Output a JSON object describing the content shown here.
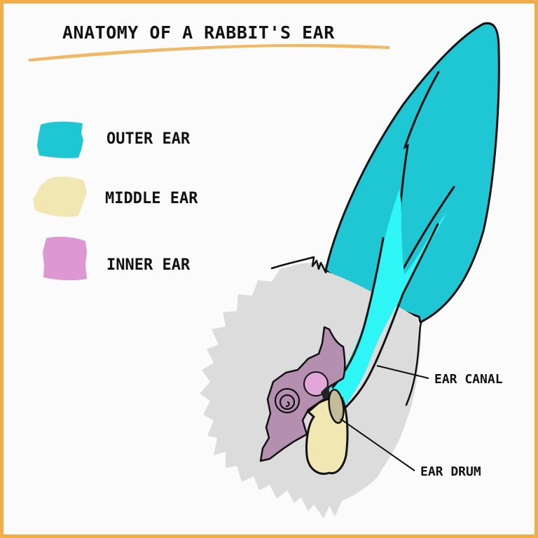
{
  "title": "ANATOMY OF A RABBIT'S EAR",
  "colors": {
    "border": "#f2ad47",
    "underline": "#f0b865",
    "outer_ear": "#1fc6d3",
    "ear_canal": "#2ef6f6",
    "middle_ear": "#f1e7b3",
    "inner_ear": "#b48fb0",
    "inner_ear_cochlea_pink": "#e2a6d8",
    "ear_drum": "#c3bc98",
    "fur": "#dcdcdc",
    "background": "#fbfbfb"
  },
  "legend": {
    "items": [
      {
        "label": "OUTER EAR",
        "color": "#1fc6d3"
      },
      {
        "label": "MIDDLE EAR",
        "color": "#f1e7b3"
      },
      {
        "label": "INNER EAR",
        "color": "#dd98d3"
      }
    ]
  },
  "callouts": {
    "ear_canal": "EAR CANAL",
    "ear_drum": "EAR DRUM"
  }
}
